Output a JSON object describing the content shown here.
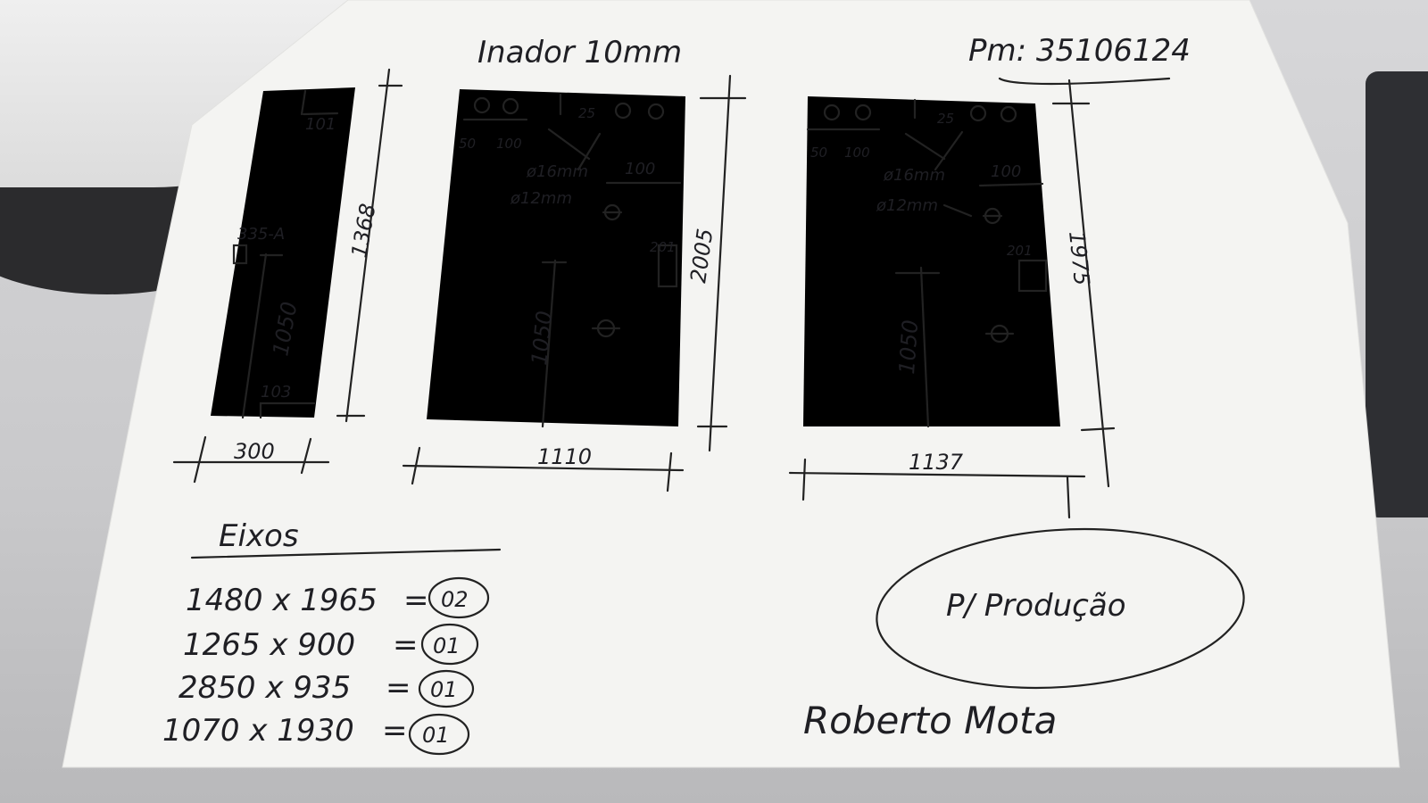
{
  "header": {
    "title": "Inador 10mm",
    "order": "Pm: 35106124"
  },
  "panel_left": {
    "width": "300",
    "height": "1368",
    "top_offset": "101",
    "hinge_label": "335-A",
    "hole_height": "1050",
    "bottom_offset": "103"
  },
  "panel_middle": {
    "width": "1110",
    "height": "2005",
    "hole_spacing_1": "50",
    "hole_spacing_2": "100",
    "offset": "25",
    "d16": "ø16mm",
    "d12": "ø12mm",
    "right_offset": "100",
    "lock_label": "201",
    "hole_height": "1050"
  },
  "panel_right": {
    "width": "1137",
    "height": "1975",
    "hole_spacing_1": "50",
    "hole_spacing_2": "100",
    "offset": "25",
    "d16": "ø16mm",
    "d12": "ø12mm",
    "right_offset": "100",
    "lock_label": "201",
    "hole_height": "1050"
  },
  "frames": {
    "title": "Eixos",
    "rows": [
      {
        "dims": "1480 x 1965",
        "qty": "02"
      },
      {
        "dims": "1265 x 900",
        "qty": "01"
      },
      {
        "dims": "2850 x 935",
        "qty": "01"
      },
      {
        "dims": "1070 x 1930",
        "qty": "01"
      }
    ]
  },
  "stamp": {
    "text": "P/ Produção"
  },
  "signature": {
    "name": "Roberto Mota"
  }
}
